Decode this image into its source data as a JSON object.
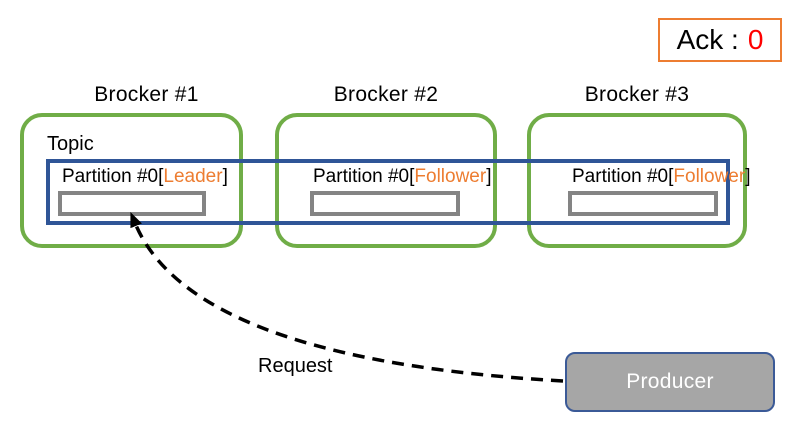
{
  "ack": {
    "label": "Ack :",
    "value": "0"
  },
  "topic": {
    "label": "Topic"
  },
  "brokers": [
    {
      "title": "Brocker #1",
      "partition_prefix": "Partition #0[",
      "partition_role": "Leader",
      "partition_suffix": "]"
    },
    {
      "title": "Brocker #2",
      "partition_prefix": "Partition #0[",
      "partition_role": "Follower",
      "partition_suffix": "]"
    },
    {
      "title": "Brocker #3",
      "partition_prefix": "Partition #0[",
      "partition_role": "Follower",
      "partition_suffix": "]"
    }
  ],
  "arrow": {
    "label": "Request"
  },
  "producer": {
    "label": "Producer"
  },
  "colors": {
    "broker_border_green": "#70AD47",
    "topic_border_blue": "#2F5597",
    "role_orange": "#ED7D31",
    "ack_border_orange": "#ED7D31",
    "ack_value_red": "#FF0000",
    "bar_border_gray": "#848484",
    "producer_fill_gray": "#A6A6A6",
    "producer_border_blue": "#3B5A97",
    "arrow_black": "#000000"
  }
}
